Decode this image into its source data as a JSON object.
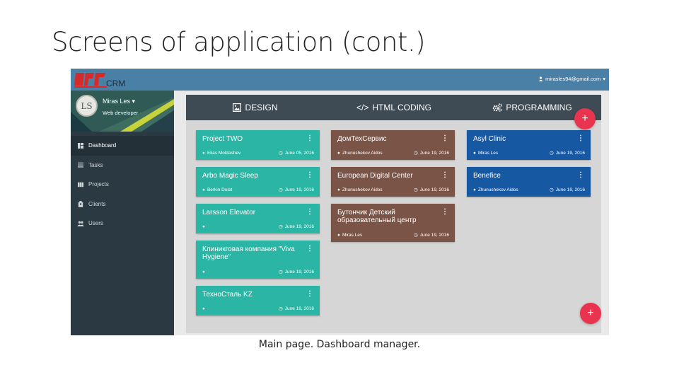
{
  "slide": {
    "title": "Screens of application (cont.)",
    "caption": "Main page. Dashboard manager."
  },
  "app": {
    "logo_text": "CRM",
    "user_email": "mirasles94@gmail.com",
    "profile": {
      "name": "Miras Les",
      "role": "Web developer",
      "avatar_initials": "LS"
    },
    "nav": [
      {
        "label": "Dashboard",
        "icon": "dashboard-icon",
        "active": true
      },
      {
        "label": "Tasks",
        "icon": "list-icon",
        "active": false
      },
      {
        "label": "Projects",
        "icon": "projects-icon",
        "active": false
      },
      {
        "label": "Clients",
        "icon": "clients-icon",
        "active": false
      },
      {
        "label": "Users",
        "icon": "users-icon",
        "active": false
      }
    ],
    "columns": [
      {
        "label": "DESIGN",
        "icon": "image-icon"
      },
      {
        "label": "HTML CODING",
        "icon": "code-icon"
      },
      {
        "label": "PROGRAMMING",
        "icon": "gears-icon"
      }
    ],
    "cards": {
      "design": [
        {
          "title": "Project TWO",
          "user": "Elias Moldashev",
          "date": "June 05, 2016"
        },
        {
          "title": "Arbo Magic Sleep",
          "user": "Berkin Dulat",
          "date": "June 19, 2016"
        },
        {
          "title": "Larsson Elevator",
          "user": "",
          "date": "June 19, 2016"
        },
        {
          "title": "Клиникговая компания \"Viva Hygiene\"",
          "user": "",
          "date": "June 19, 2016"
        },
        {
          "title": "ТехноСталь KZ",
          "user": "",
          "date": "June 19, 2016"
        }
      ],
      "coding": [
        {
          "title": "ДомТехСервис",
          "user": "Zhunushekov Aidos",
          "date": "June 19, 2016"
        },
        {
          "title": "European Digital Center",
          "user": "Zhunushekov Aidos",
          "date": "June 19, 2016"
        },
        {
          "title": "Бутончик Детский образовательный центр",
          "user": "Miras Les",
          "date": "June 19, 2016"
        }
      ],
      "programming": [
        {
          "title": "Asyl Clinic",
          "user": "Miras Les",
          "date": "June 19, 2016"
        },
        {
          "title": "Benefice",
          "user": "Zhunushekov Aidos",
          "date": "June 19, 2016"
        }
      ]
    },
    "colors": {
      "topbar": "#4a80a6",
      "sidebar": "#2b3a42",
      "design_card": "#2ab5a4",
      "coding_card": "#7a5446",
      "programming_card": "#1758a3",
      "fab": "#e8344e"
    }
  }
}
